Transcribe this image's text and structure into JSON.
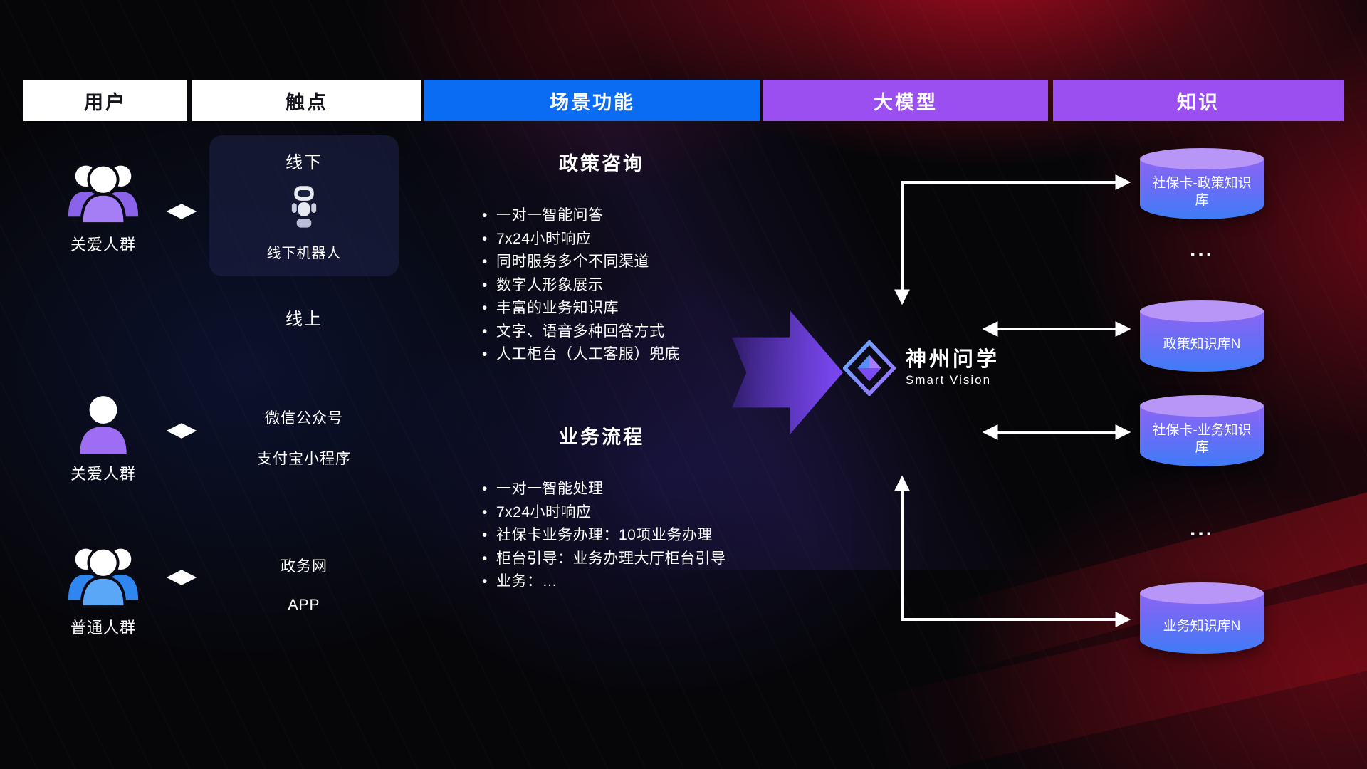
{
  "header": {
    "columns": [
      {
        "label": "用户"
      },
      {
        "label": "触点"
      },
      {
        "label": "场景功能"
      },
      {
        "label": "大模型"
      },
      {
        "label": "知识"
      }
    ]
  },
  "users": [
    {
      "label": "关爱人群"
    },
    {
      "label": "关爱人群"
    },
    {
      "label": "普通人群"
    }
  ],
  "touchpoints": {
    "offline_title": "线下",
    "offline_robot": "线下机器人",
    "online": "线上",
    "channels": [
      "微信公众号",
      "支付宝小程序",
      "政务网",
      "APP"
    ]
  },
  "scenes": [
    {
      "title": "政策咨询",
      "items": [
        "一对一智能问答",
        "7x24小时响应",
        "同时服务多个不同渠道",
        "数字人形象展示",
        "丰富的业务知识库",
        "文字、语音多种回答方式",
        "人工柜台（人工客服）兜底"
      ]
    },
    {
      "title": "业务流程",
      "items": [
        "一对一智能处理",
        "7x24小时响应",
        "社保卡业务办理：10项业务办理",
        "柜台引导：业务办理大厅柜台引导",
        "业务：…"
      ]
    }
  ],
  "model": {
    "name": "神州问学",
    "subtitle": "Smart Vision"
  },
  "knowledge": {
    "databases": [
      {
        "label": "社保卡-政策知识库"
      },
      {
        "label": "政策知识库N"
      },
      {
        "label": "社保卡-业务知识库"
      },
      {
        "label": "业务知识库N"
      }
    ],
    "ellipsis": "..."
  },
  "colors": {
    "header_blue": "#0a6cf2",
    "header_purple": "#9b4ff0",
    "db_top": "#b796f8",
    "db_gradient_start": "#8a66f3",
    "db_gradient_end": "#3e7cf7",
    "arrow_purple": "#8150f0",
    "people_purple": "#a57df5",
    "people_blue": "#4da0f7"
  }
}
